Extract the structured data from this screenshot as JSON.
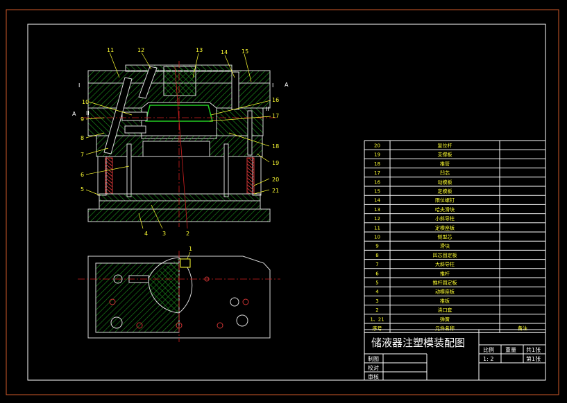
{
  "drawing": {
    "colors": {
      "background": "#000000",
      "frame_outer": "#d05a2a",
      "frame_inner": "#ffffff",
      "hatch": "#1a8a1a",
      "outline": "#d9d9d9",
      "centerline": "#d02020",
      "leader": "#ffff33",
      "fill_green": "#22aa22",
      "table_line": "#ffffff"
    },
    "section_marks": {
      "a_left": "A",
      "a_right": "A",
      "i_left": "I",
      "i_right": "I",
      "ii_left": "II",
      "ii_right": "II"
    },
    "leaders": [
      "11",
      "12",
      "13",
      "14",
      "15",
      "10",
      "9",
      "8",
      "7",
      "6",
      "5",
      "16",
      "17",
      "18",
      "19",
      "20",
      "21",
      "4",
      "3",
      "2",
      "1"
    ],
    "parts": [
      {
        "no": "20",
        "name": "复位杆"
      },
      {
        "no": "19",
        "name": "支撑板"
      },
      {
        "no": "18",
        "name": "推管"
      },
      {
        "no": "17",
        "name": "凹芯"
      },
      {
        "no": "16",
        "name": "动模板"
      },
      {
        "no": "15",
        "name": "定模板"
      },
      {
        "no": "14",
        "name": "限位螺钉"
      },
      {
        "no": "13",
        "name": "哈夫滑块"
      },
      {
        "no": "12",
        "name": "小斜导柱"
      },
      {
        "no": "11",
        "name": "定模座板"
      },
      {
        "no": "10",
        "name": "侧型芯"
      },
      {
        "no": "9",
        "name": "滑块"
      },
      {
        "no": "8",
        "name": "凹芯固定板"
      },
      {
        "no": "7",
        "name": "大斜导柱"
      },
      {
        "no": "6",
        "name": "推杆"
      },
      {
        "no": "5",
        "name": "推杆固定板"
      },
      {
        "no": "4",
        "name": "动模座板"
      },
      {
        "no": "3",
        "name": "推板"
      },
      {
        "no": "2",
        "name": "浇口套"
      },
      {
        "no": "1、21",
        "name": "弹簧"
      }
    ],
    "parts_header": {
      "no": "序号",
      "name": "元件名称",
      "note": "备注"
    },
    "title_block": {
      "title": "储液器注塑模装配图",
      "scale_label": "比例",
      "weight_label": "重量",
      "sheets_total": "共1张",
      "scale_value": "1: 2",
      "sheet_no": "第1张",
      "drawn_label": "制图",
      "checked_label": "校对",
      "approved_label": "审核"
    }
  }
}
